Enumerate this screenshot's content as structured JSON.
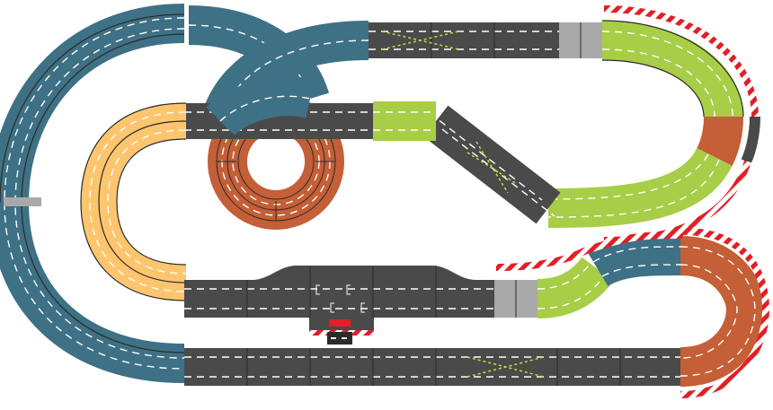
{
  "diagram": {
    "type": "slot-car-track-layout",
    "background": "#ffffff",
    "colors": {
      "blue_track": "#3e7185",
      "green_track": "#a8cd47",
      "orange_track": "#c45f37",
      "yellow_track": "#fdc56e",
      "grey_track": "#4a4a4a",
      "light_grey_track": "#a9a9a9",
      "barrier_red": "#e21f26",
      "barrier_white": "#ffffff",
      "lane_line": "#ffffff",
      "crossover_mark": "#c8d93a"
    },
    "features": [
      "figure-eight-overpass",
      "lane-change-crossover",
      "pit-lane",
      "start-finish-gantry",
      "corner-safety-barriers"
    ]
  }
}
